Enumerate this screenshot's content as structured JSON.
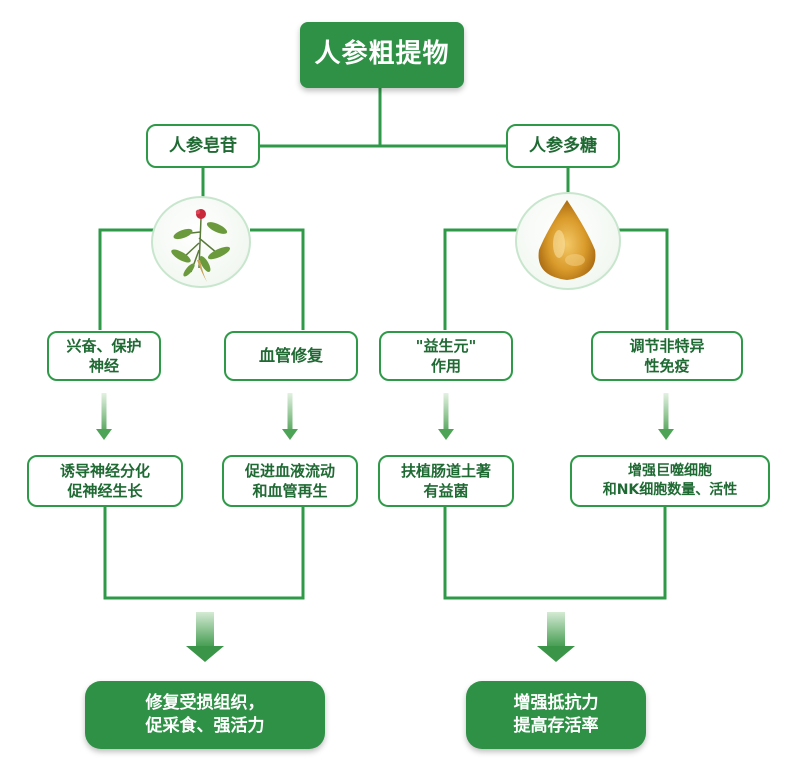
{
  "title": "人参粗提物",
  "branches": [
    {
      "name": "人参皂苷",
      "icon": "ginseng-plant-icon",
      "effects": [
        {
          "label_lines": [
            "兴奋、保护",
            "神经"
          ],
          "outcome_lines": [
            "诱导神经分化",
            "促神经生长"
          ]
        },
        {
          "label_lines": [
            "血管修复"
          ],
          "outcome_lines": [
            "促进血液流动",
            "和血管再生"
          ]
        }
      ],
      "result_lines": [
        "修复受损组织，",
        "促采食、强活力"
      ]
    },
    {
      "name": "人参多糖",
      "icon": "polysaccharide-drop-icon",
      "effects": [
        {
          "label_lines": [
            "\"益生元\"",
            "作用"
          ],
          "outcome_lines": [
            "扶植肠道土著",
            "有益菌"
          ]
        },
        {
          "label_lines": [
            "调节非特异",
            "性免疫"
          ],
          "outcome_lines": [
            "增强巨噬细胞",
            "和NK细胞数量、活性"
          ]
        }
      ],
      "result_lines": [
        "增强抵抗力",
        "提高存活率"
      ]
    }
  ],
  "colors": {
    "primary_green": "#2e9146",
    "line_green": "#2e9a48",
    "arrow_green": "#5fae63",
    "text_green": "#1f6a33"
  }
}
